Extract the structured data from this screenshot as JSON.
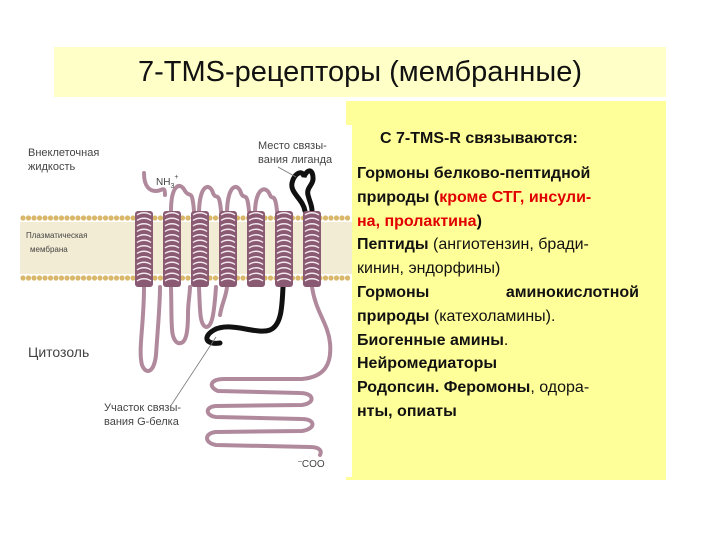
{
  "title": "7-TMS-рецепторы (мембранные)",
  "panel": {
    "heading": "С 7-TMS-R связываются:",
    "line1": "Гормоны белково-пептидной",
    "line2_a": "природы (",
    "line2_red": "кроме  СТГ, инсули-",
    "line3_red": "на, пролактина",
    "line3_b": ")",
    "line4_a": "Пептиды ",
    "line4_b": "(ангиотензин, бради-",
    "line5": "кинин, эндорфины)",
    "line6_a": "Гормоны",
    "line6_b": "аминокислотной",
    "line7_a": "природы ",
    "line7_b": "(катехоламины).",
    "line8_a": "Биогенные амины",
    "line8_b": ".",
    "line9": "Нейромедиаторы",
    "line10_a": "Родопсин. Феромоны",
    "line10_b": ", одора-",
    "line11": "нты, опиаты"
  },
  "diagram": {
    "label_extracellular_1": "Внеклеточная",
    "label_extracellular_2": "жидкость",
    "label_membrane_1": "Плазматическая",
    "label_membrane_2": "мембрана",
    "label_cytosol": "Цитозоль",
    "label_gprotein_1": "Участок связы-",
    "label_gprotein_2": "вания G-белка",
    "label_ligand_1": "Место связы-",
    "label_ligand_2": "вания лиганда",
    "label_nh3": "NH",
    "label_nh3_sub": "3",
    "label_nh3_sup": "+",
    "label_coo": "COO",
    "label_coo_sup": "–",
    "colors": {
      "helix": "#8a5a73",
      "membrane": "#d9b86c",
      "ligand_loop": "#111111",
      "chain": "#b08a9c"
    }
  }
}
